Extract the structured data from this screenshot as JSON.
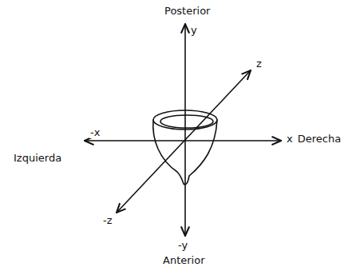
{
  "diagram": {
    "labels": [
      "Posterior",
      "y",
      "z",
      "-x",
      "x",
      "Derecha",
      "Izquierda",
      "-z",
      "-y",
      "Anterior"
    ]
  }
}
